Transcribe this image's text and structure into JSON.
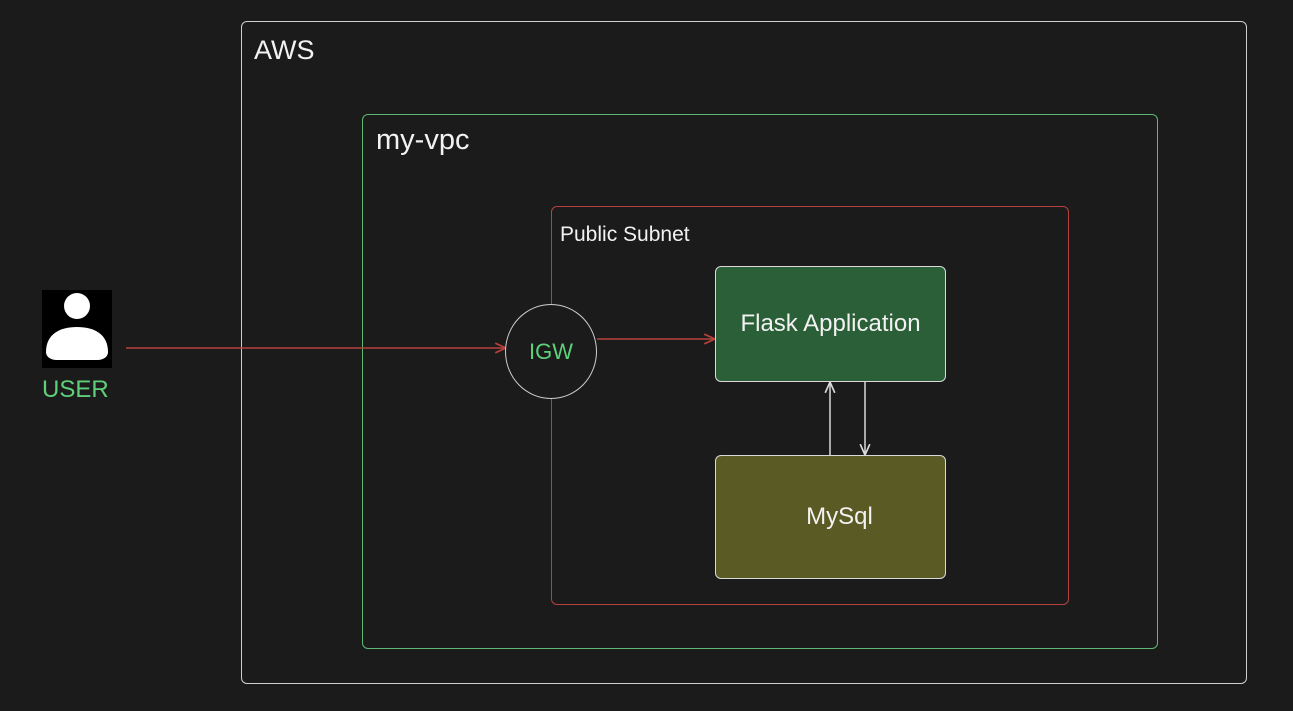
{
  "colors": {
    "background": "#1b1b1b",
    "aws_border": "#cfcfcf",
    "vpc_border": "#5cb872",
    "subnet_border": "#b6423f",
    "flask_fill": "#2b5f37",
    "mysql_fill": "#5a5a24",
    "accent_green_text": "#5fd07a",
    "arrow_red": "#b6423f",
    "arrow_light": "#d9d9d9"
  },
  "diagram": {
    "aws": {
      "label": "AWS"
    },
    "vpc": {
      "label": "my-vpc"
    },
    "subnet": {
      "label": "Public Subnet"
    },
    "igw": {
      "label": "IGW"
    },
    "flask": {
      "label": "Flask Application"
    },
    "mysql": {
      "label": "MySql"
    },
    "user": {
      "label": "USER",
      "icon": "person-icon"
    }
  }
}
